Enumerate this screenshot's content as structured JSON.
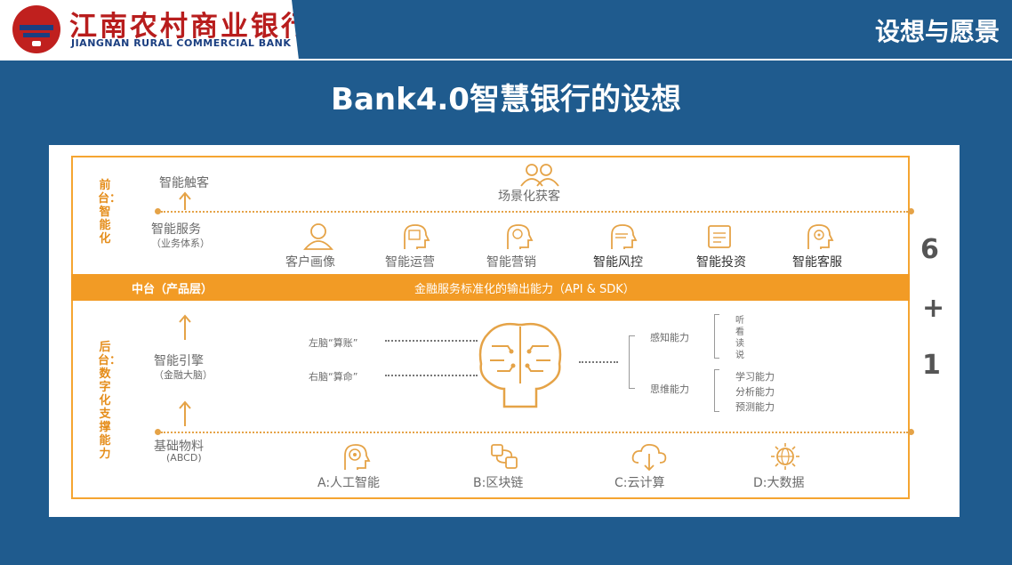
{
  "header": {
    "bank_name_cn": "江南农村商业银行",
    "bank_name_en": "JIANGNAN RURAL COMMERCIAL BANK",
    "section_title": "设想与愿景"
  },
  "main_title": "Bank4.0智慧银行的设想",
  "front": {
    "vertical_label": "前台：智能化",
    "top_left_label": "智能触客",
    "top_center_label": "场景化获客",
    "service_label": "智能服务",
    "service_sub": "（业务体系）",
    "services": [
      "客户画像",
      "智能运营",
      "智能营销",
      "智能风控",
      "智能投资",
      "智能客服"
    ]
  },
  "middle": {
    "left_label": "中台（产品层）",
    "center_label": "金融服务标准化的输出能力（API & SDK）"
  },
  "back": {
    "vertical_label": "后台：数字化支撑能力",
    "engine_label": "智能引擎",
    "engine_sub": "（金融大脑）",
    "left_brain": "左脑“算账”",
    "right_brain": "右脑“算命”",
    "perception": "感知能力",
    "perception_items": [
      "听",
      "看",
      "读",
      "说"
    ],
    "thinking": "思维能力",
    "thinking_items": [
      "学习能力",
      "分析能力",
      "预测能力"
    ],
    "foundation_label": "基础物料",
    "foundation_sub": "(ABCD)",
    "foundations": [
      "A:人工智能",
      "B:区块链",
      "C:云计算",
      "D:大数据"
    ]
  },
  "side_numbers": [
    "6",
    "+",
    "1"
  ]
}
